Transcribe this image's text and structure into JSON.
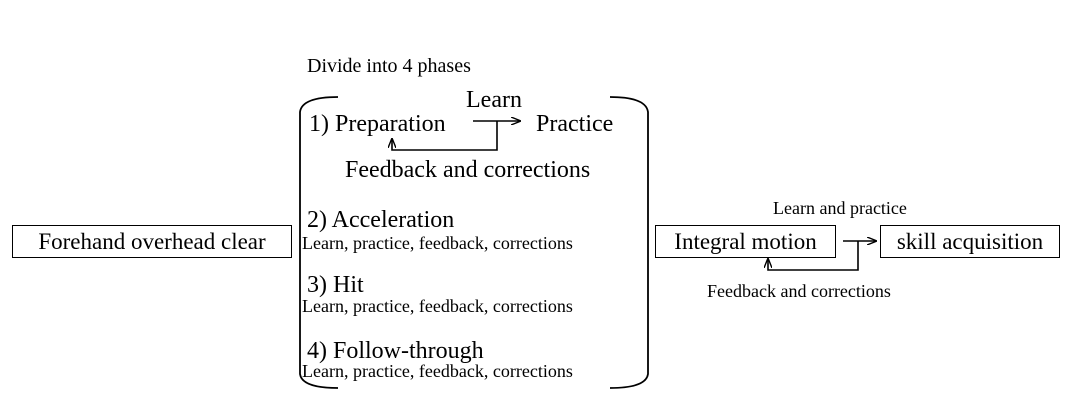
{
  "diagram": {
    "divide_title": "Divide into 4 phases",
    "start_box": "Forehand overhead clear",
    "phases": [
      {
        "title": "1) Preparation",
        "target": "Practice",
        "arrow_label": "Learn",
        "loop_label": "Feedback and corrections"
      },
      {
        "title": "2) Acceleration",
        "detail": "Learn, practice, feedback, corrections"
      },
      {
        "title": "3) Hit",
        "detail": "Learn, practice, feedback, corrections"
      },
      {
        "title": "4) Follow-through",
        "detail": "Learn, practice, feedback, corrections"
      }
    ],
    "integral_box": "Integral motion",
    "skill_box": "skill acquisition",
    "final_arrow_label": "Learn and practice",
    "final_loop_label": "Feedback and corrections"
  }
}
